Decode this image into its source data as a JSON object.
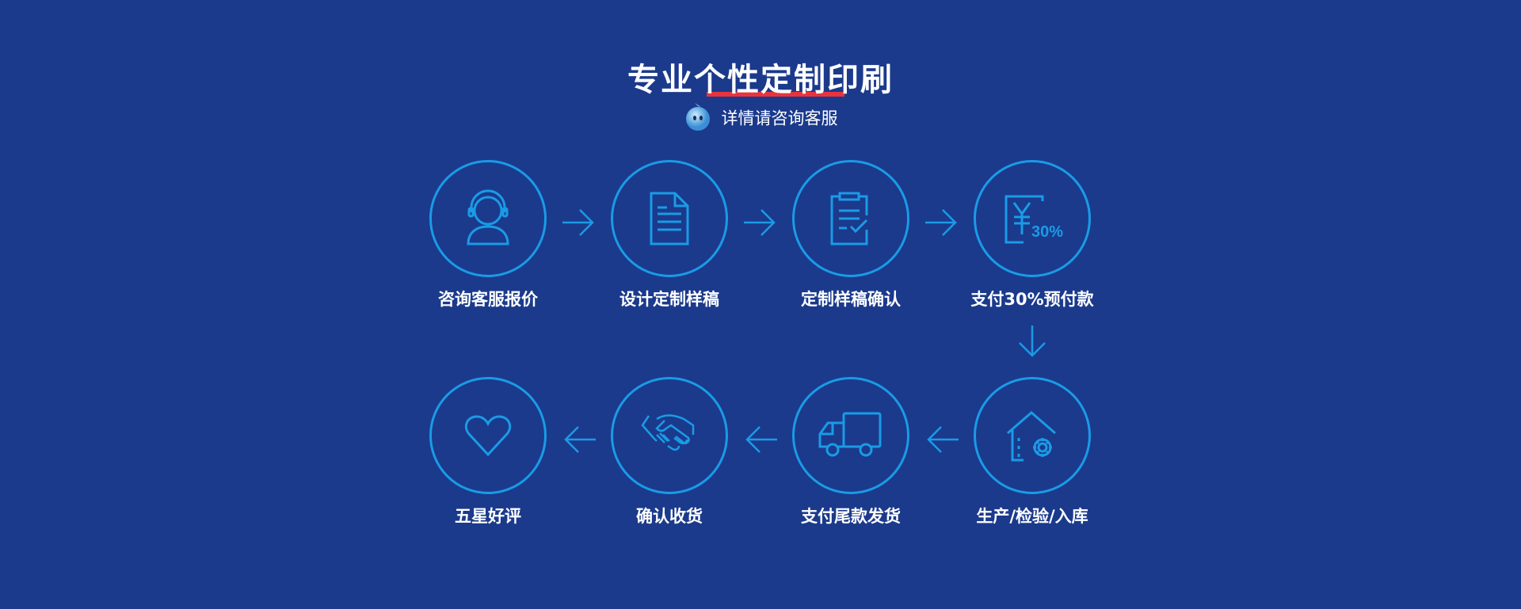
{
  "header": {
    "title": "专业个性定制印刷",
    "subtitle": "详情请咨询客服"
  },
  "colors": {
    "background": "#1b3a8c",
    "accent": "#1a9be6",
    "underline": "#e8343c"
  },
  "steps": [
    {
      "label": "咨询客服报价",
      "icon": "customer-service-icon"
    },
    {
      "label": "设计定制样稿",
      "icon": "document-icon"
    },
    {
      "label": "定制样稿确认",
      "icon": "clipboard-check-icon"
    },
    {
      "label": "支付30%预付款",
      "icon": "payment-icon",
      "icon_text": "30%"
    },
    {
      "label": "生产/检验/入库",
      "icon": "factory-gear-icon"
    },
    {
      "label": "支付尾款发货",
      "icon": "truck-icon"
    },
    {
      "label": "确认收货",
      "icon": "handshake-icon"
    },
    {
      "label": "五星好评",
      "icon": "heart-icon"
    }
  ]
}
